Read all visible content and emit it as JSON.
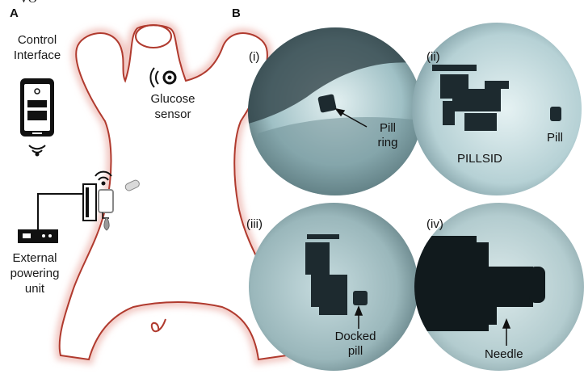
{
  "top_fragment": "VO",
  "panel_a": {
    "letter": "A",
    "control_interface": "Control\nInterface",
    "glucose_sensor": "Glucose\nsensor",
    "external_powering": "External\npowering\nunit"
  },
  "panel_b": {
    "letter": "B",
    "images": [
      {
        "tag": "(i)",
        "labels": [
          "Pill\nring"
        ]
      },
      {
        "tag": "(ii)",
        "labels": [
          "PILLSID",
          "Pill"
        ]
      },
      {
        "tag": "(iii)",
        "labels": [
          "Docked\npill"
        ]
      },
      {
        "tag": "(iv)",
        "labels": [
          "Needle"
        ]
      }
    ]
  },
  "colors": {
    "outline_red": "#c0392b",
    "glow": "#f2c9c4",
    "xray_light": "#cfe3e6",
    "xray_mid": "#6f8f96",
    "xray_dark": "#1d2a2f"
  }
}
